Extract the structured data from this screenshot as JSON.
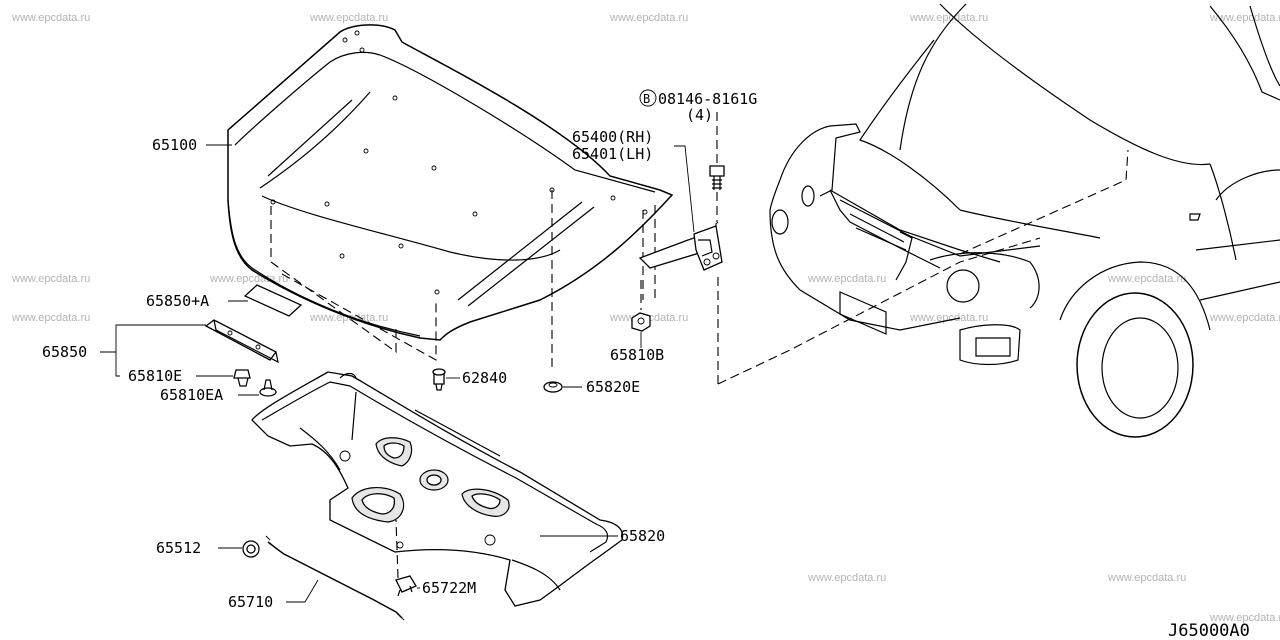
{
  "watermark": "www.epcdata.ru",
  "drawing_code": "J65000A0",
  "parts": {
    "hood": "65100",
    "insulator_kit": "65850+A",
    "insulator": "65850",
    "clip_e": "65810E",
    "clip_ea": "65810EA",
    "bumper_rubber": "62840",
    "clip_820e": "65820E",
    "bolt": "08146-8161G",
    "bolt_qty": "(4)",
    "bolt_marker": "B",
    "hinge_rh": "65400(RH)",
    "hinge_lh": "65401(LH)",
    "nut": "65810B",
    "hood_insulator_lower": "65820",
    "stay_clip": "65512",
    "hood_stay": "65710",
    "stay_holder": "65722M"
  }
}
